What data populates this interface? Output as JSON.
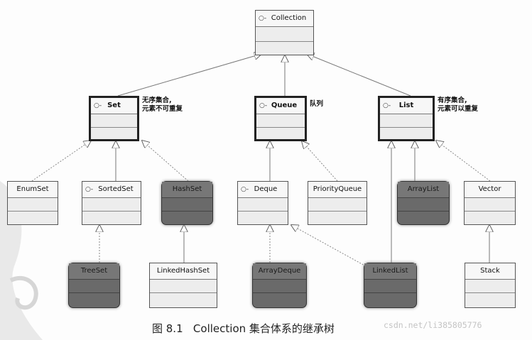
{
  "nodes": {
    "collection": {
      "label": "Collection"
    },
    "set": {
      "label": "Set"
    },
    "queue": {
      "label": "Queue"
    },
    "list": {
      "label": "List"
    },
    "enumset": {
      "label": "EnumSet"
    },
    "sortedset": {
      "label": "SortedSet"
    },
    "hashset": {
      "label": "HashSet"
    },
    "deque": {
      "label": "Deque"
    },
    "priorityqueue": {
      "label": "PriorityQueue"
    },
    "arraylist": {
      "label": "ArrayList"
    },
    "vector": {
      "label": "Vector"
    },
    "treeset": {
      "label": "TreeSet"
    },
    "linkedhashset": {
      "label": "LinkedHashSet"
    },
    "arraydeque": {
      "label": "ArrayDeque"
    },
    "linkedlist": {
      "label": "LinkedList"
    },
    "stack": {
      "label": "Stack"
    }
  },
  "icon_glyph": "○-",
  "notes": {
    "set_line1": "无序集合,",
    "set_line2": "元素不可重复",
    "queue": "队列",
    "list_line1": "有序集合,",
    "list_line2": "元素可以重复"
  },
  "caption": "图 8.1   Collection 集合体系的继承树",
  "watermark": "csdn.net/li385805776",
  "colors": {
    "highlight_fill": "#6a6a6a",
    "line": "#777777"
  }
}
